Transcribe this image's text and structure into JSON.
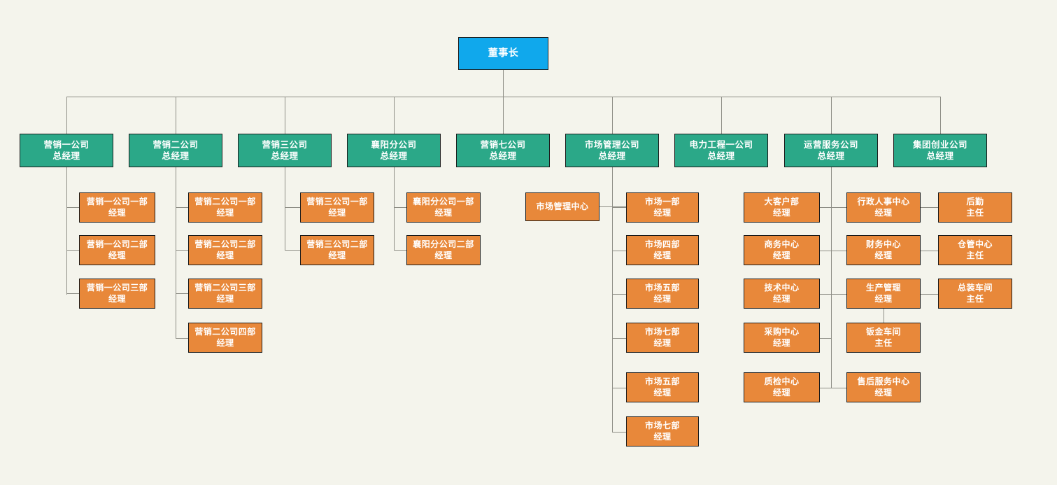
{
  "meta": {
    "title": "组织架构图",
    "colors": {
      "background": "#f4f4ec",
      "root": "#10a8ec",
      "level2": "#2ba888",
      "level3": "#e8883a",
      "border": "#1a1a1a",
      "connector": "#8d8d85",
      "text": "#ffffff"
    }
  },
  "root": {
    "line1": "董事长",
    "line2": ""
  },
  "divisions": [
    {
      "id": "mk1",
      "line1": "营销一公司",
      "line2": "总经理"
    },
    {
      "id": "mk2",
      "line1": "营销二公司",
      "line2": "总经理"
    },
    {
      "id": "mk3",
      "line1": "营销三公司",
      "line2": "总经理"
    },
    {
      "id": "xy",
      "line1": "襄阳分公司",
      "line2": "总经理"
    },
    {
      "id": "mk7",
      "line1": "营销七公司",
      "line2": "总经理"
    },
    {
      "id": "mgmt",
      "line1": "市场管理公司",
      "line2": "总经理"
    },
    {
      "id": "elec",
      "line1": "电力工程一公司",
      "line2": "总经理"
    },
    {
      "id": "ops",
      "line1": "运营服务公司",
      "line2": "总经理"
    },
    {
      "id": "vent",
      "line1": "集团创业公司",
      "line2": "总经理"
    }
  ],
  "departments": {
    "mk1": [
      {
        "line1": "营销一公司一部",
        "line2": "经理"
      },
      {
        "line1": "营销一公司二部",
        "line2": "经理"
      },
      {
        "line1": "营销一公司三部",
        "line2": "经理"
      }
    ],
    "mk2": [
      {
        "line1": "营销二公司一部",
        "line2": "经理"
      },
      {
        "line1": "营销二公司二部",
        "line2": "经理"
      },
      {
        "line1": "营销二公司三部",
        "line2": "经理"
      },
      {
        "line1": "营销二公司四部",
        "line2": "经理"
      }
    ],
    "mk3": [
      {
        "line1": "营销三公司一部",
        "line2": "经理"
      },
      {
        "line1": "营销三公司二部",
        "line2": "经理"
      }
    ],
    "xy": [
      {
        "line1": "襄阳分公司一部",
        "line2": "经理"
      },
      {
        "line1": "襄阳分公司二部",
        "line2": "经理"
      }
    ],
    "mgmt_center": [
      {
        "line1": "市场管理中心",
        "line2": ""
      }
    ],
    "mgmt": [
      {
        "line1": "市场一部",
        "line2": "经理"
      },
      {
        "line1": "市场四部",
        "line2": "经理"
      },
      {
        "line1": "市场五部",
        "line2": "经理"
      },
      {
        "line1": "市场七部",
        "line2": "经理"
      },
      {
        "line1": "市场五部",
        "line2": "经理"
      },
      {
        "line1": "市场七部",
        "line2": "经理"
      }
    ],
    "elec": [
      {
        "line1": "大客户部",
        "line2": "经理"
      },
      {
        "line1": "商务中心",
        "line2": "经理"
      },
      {
        "line1": "技术中心",
        "line2": "经理"
      },
      {
        "line1": "采购中心",
        "line2": "经理"
      },
      {
        "line1": "质检中心",
        "line2": "经理"
      }
    ],
    "ops": [
      {
        "line1": "行政人事中心",
        "line2": "经理"
      },
      {
        "line1": "财务中心",
        "line2": "经理"
      },
      {
        "line1": "生产管理",
        "line2": "经理"
      },
      {
        "line1": "钣金车间",
        "line2": "主任"
      },
      {
        "line1": "售后服务中心",
        "line2": "经理"
      }
    ],
    "ops_right": [
      {
        "line1": "后勤",
        "line2": "主任"
      },
      {
        "line1": "仓管中心",
        "line2": "主任"
      },
      {
        "line1": "总装车间",
        "line2": "主任"
      }
    ]
  }
}
